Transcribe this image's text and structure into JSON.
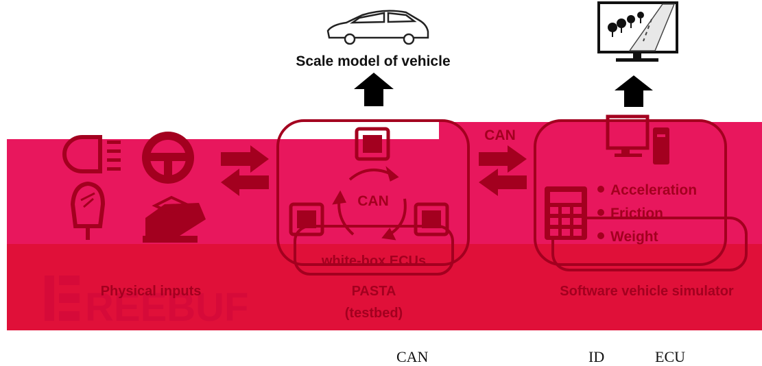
{
  "top_labels": {
    "scale_model": "Scale model of vehicle"
  },
  "links": {
    "can_between": "CAN"
  },
  "testbed": {
    "can_center": "CAN",
    "ecus_label": "white-box ECUs",
    "name_line1": "PASTA",
    "name_line2": "(testbed)"
  },
  "physical": {
    "label": "Physical inputs"
  },
  "simulator": {
    "label": "Software vehicle simulator",
    "params": [
      "Acceleration",
      "Friction",
      "Weight"
    ]
  },
  "watermark": {
    "text": "REEBUF"
  },
  "bottom_text": {
    "can": "CAN",
    "id": "ID",
    "ecu": "ECU"
  },
  "colors": {
    "band_upper": "#e8175d",
    "band_lower": "#e01039",
    "ink": "#000000",
    "dark_red": "#a3001f"
  }
}
